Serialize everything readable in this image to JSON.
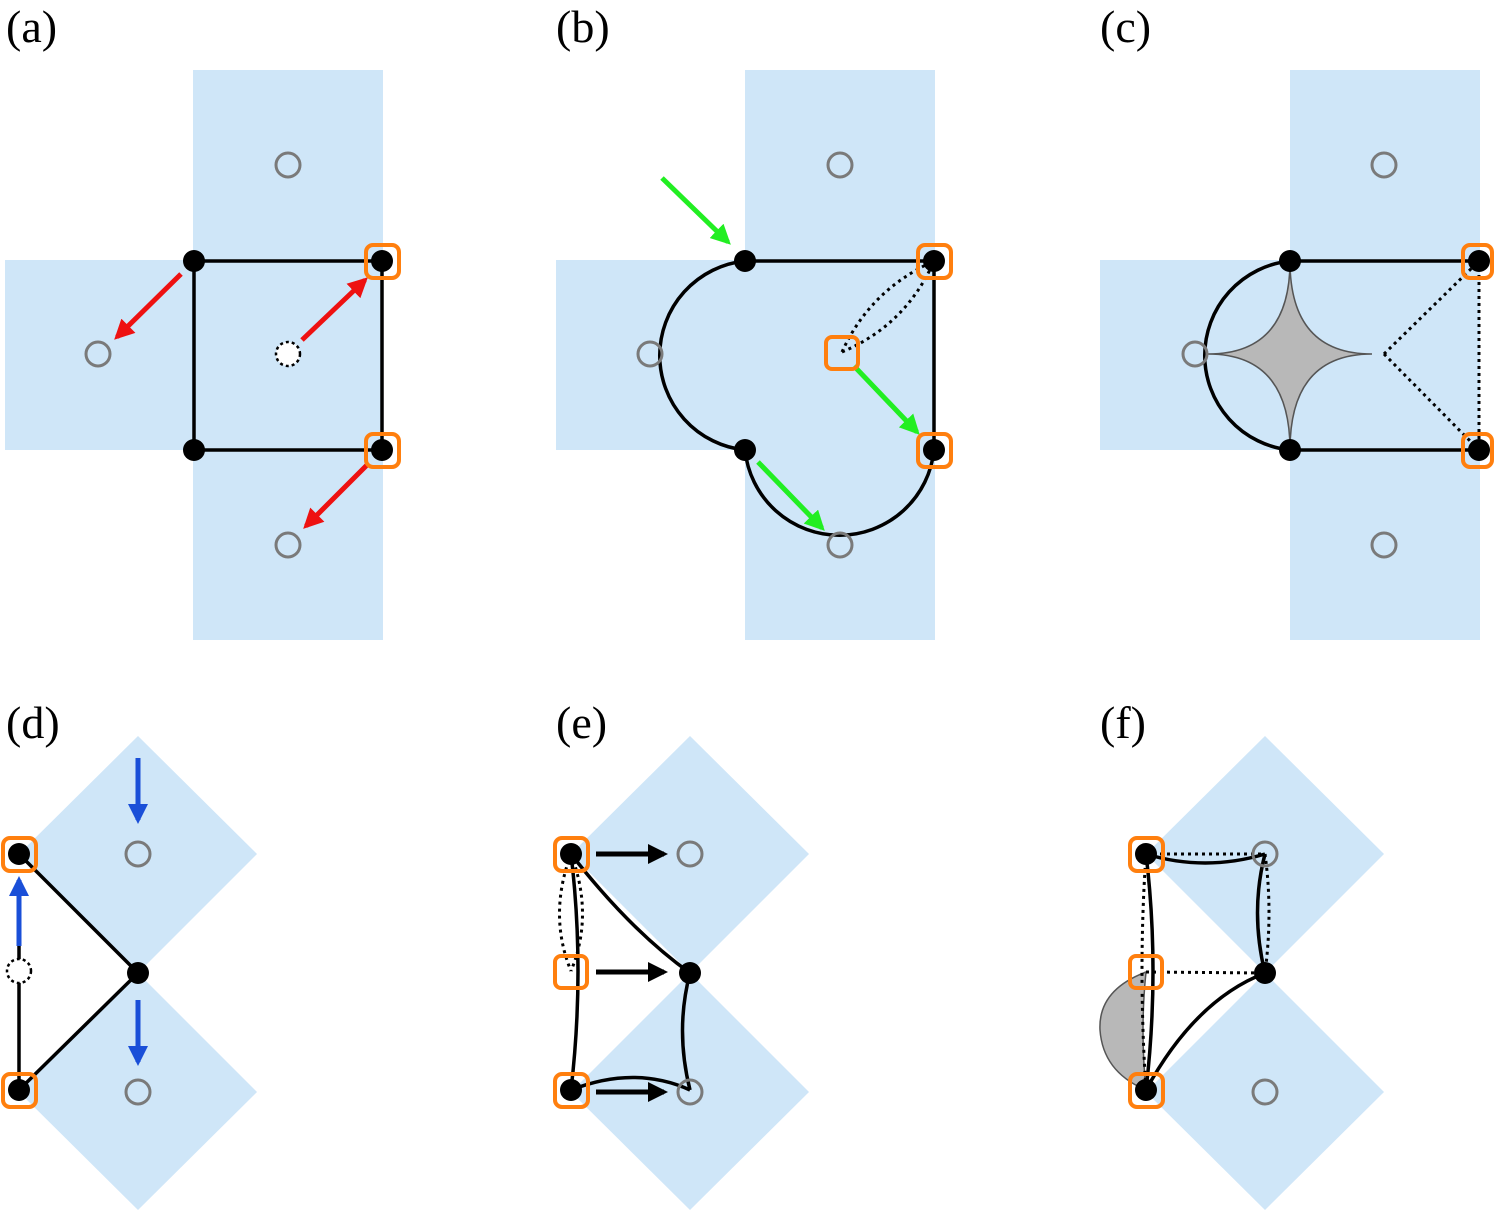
{
  "colors": {
    "tile": "#cfe6f8",
    "edge": "#000000",
    "vertex": "#000000",
    "site": "#7a7a7a",
    "highlight": "#ff7f0e",
    "shade": "#b8b8b8",
    "arrow_red": "#ee1111",
    "arrow_green": "#22ee22",
    "arrow_blue": "#1a4fd8",
    "arrow_black": "#000000"
  },
  "icons": {
    "vertex": "filled-circle",
    "site": "hollow-circle",
    "removed_vertex": "dotted-circle",
    "highlight": "rounded-square"
  },
  "panels": [
    {
      "id": "a",
      "label": "(a)"
    },
    {
      "id": "b",
      "label": "(b)"
    },
    {
      "id": "c",
      "label": "(c)"
    },
    {
      "id": "d",
      "label": "(d)"
    },
    {
      "id": "e",
      "label": "(e)"
    },
    {
      "id": "f",
      "label": "(f)"
    }
  ]
}
